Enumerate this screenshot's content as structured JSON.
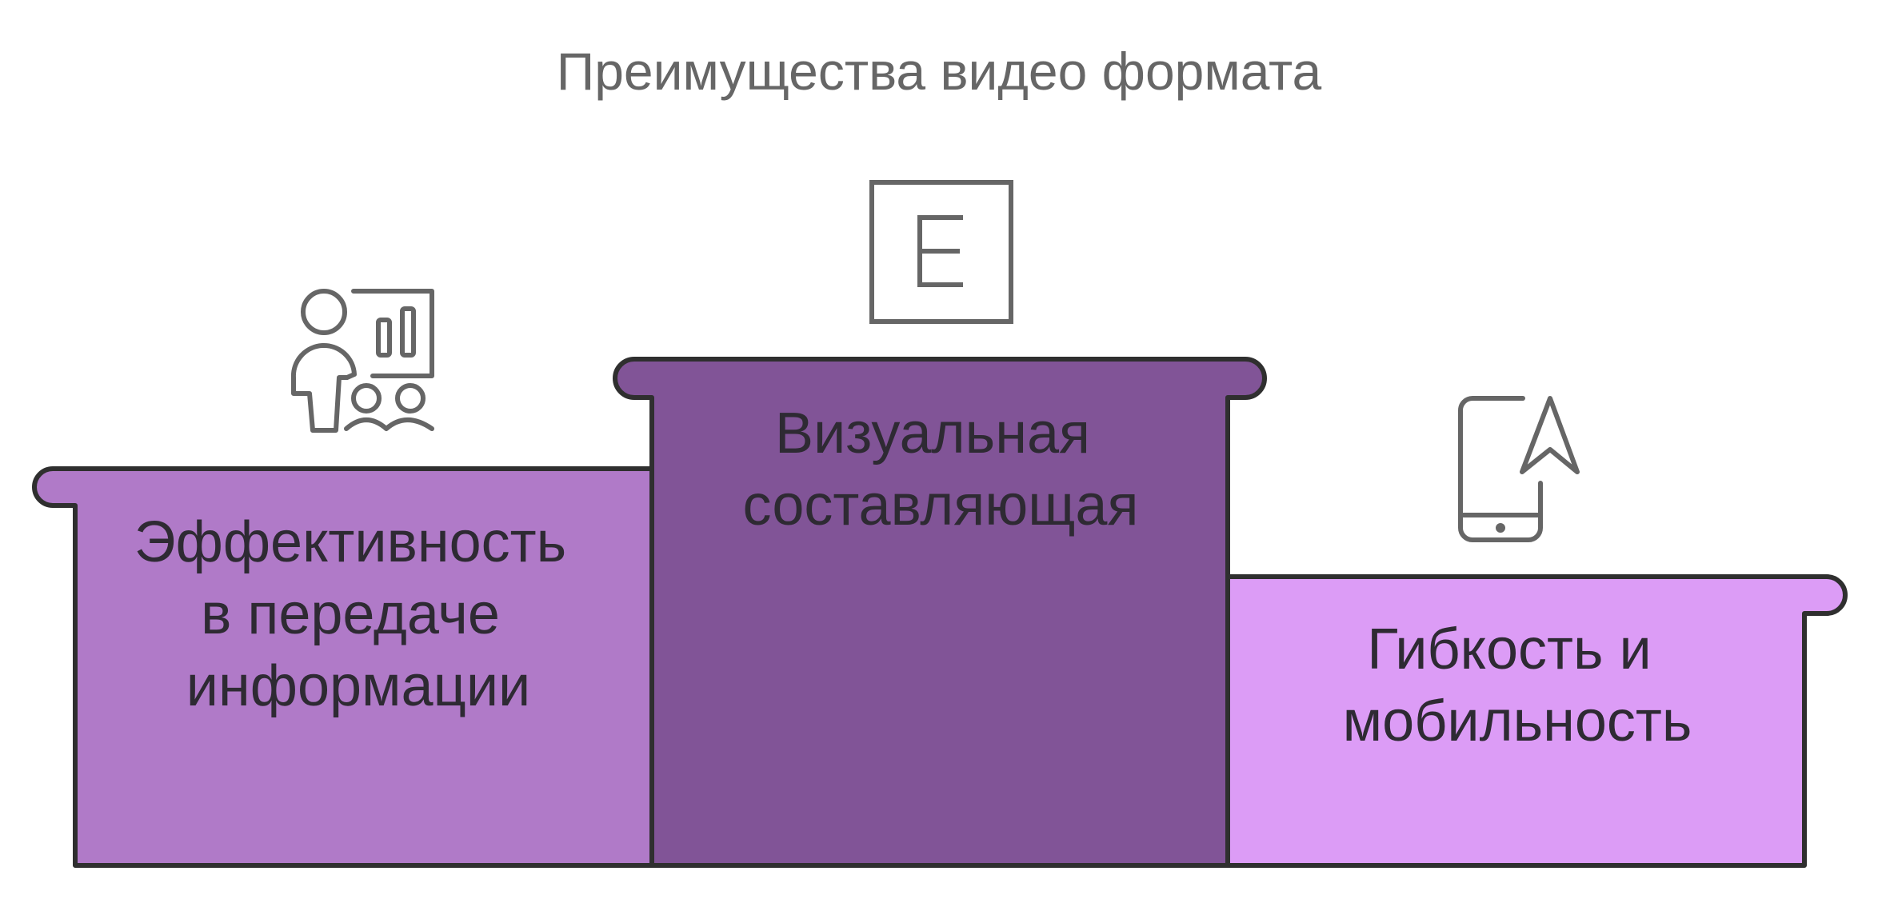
{
  "title": "Преимущества видео формата",
  "podium": [
    {
      "place": "left",
      "lines": [
        "Эффективность",
        "в передаче",
        "информации"
      ],
      "color": "#b07ac8",
      "icon": "presentation-icon"
    },
    {
      "place": "center",
      "lines": [
        "Визуальная",
        "составляющая"
      ],
      "color": "#815497",
      "icon": "letter-e-icon"
    },
    {
      "place": "right",
      "lines": [
        "Гибкость и",
        "мобильность"
      ],
      "color": "#dc9cf6",
      "icon": "mobile-navigation-icon"
    }
  ],
  "colors": {
    "outline": "#2f2f2f",
    "icon": "#666666",
    "title": "#666666",
    "text": "#2e2a33"
  }
}
